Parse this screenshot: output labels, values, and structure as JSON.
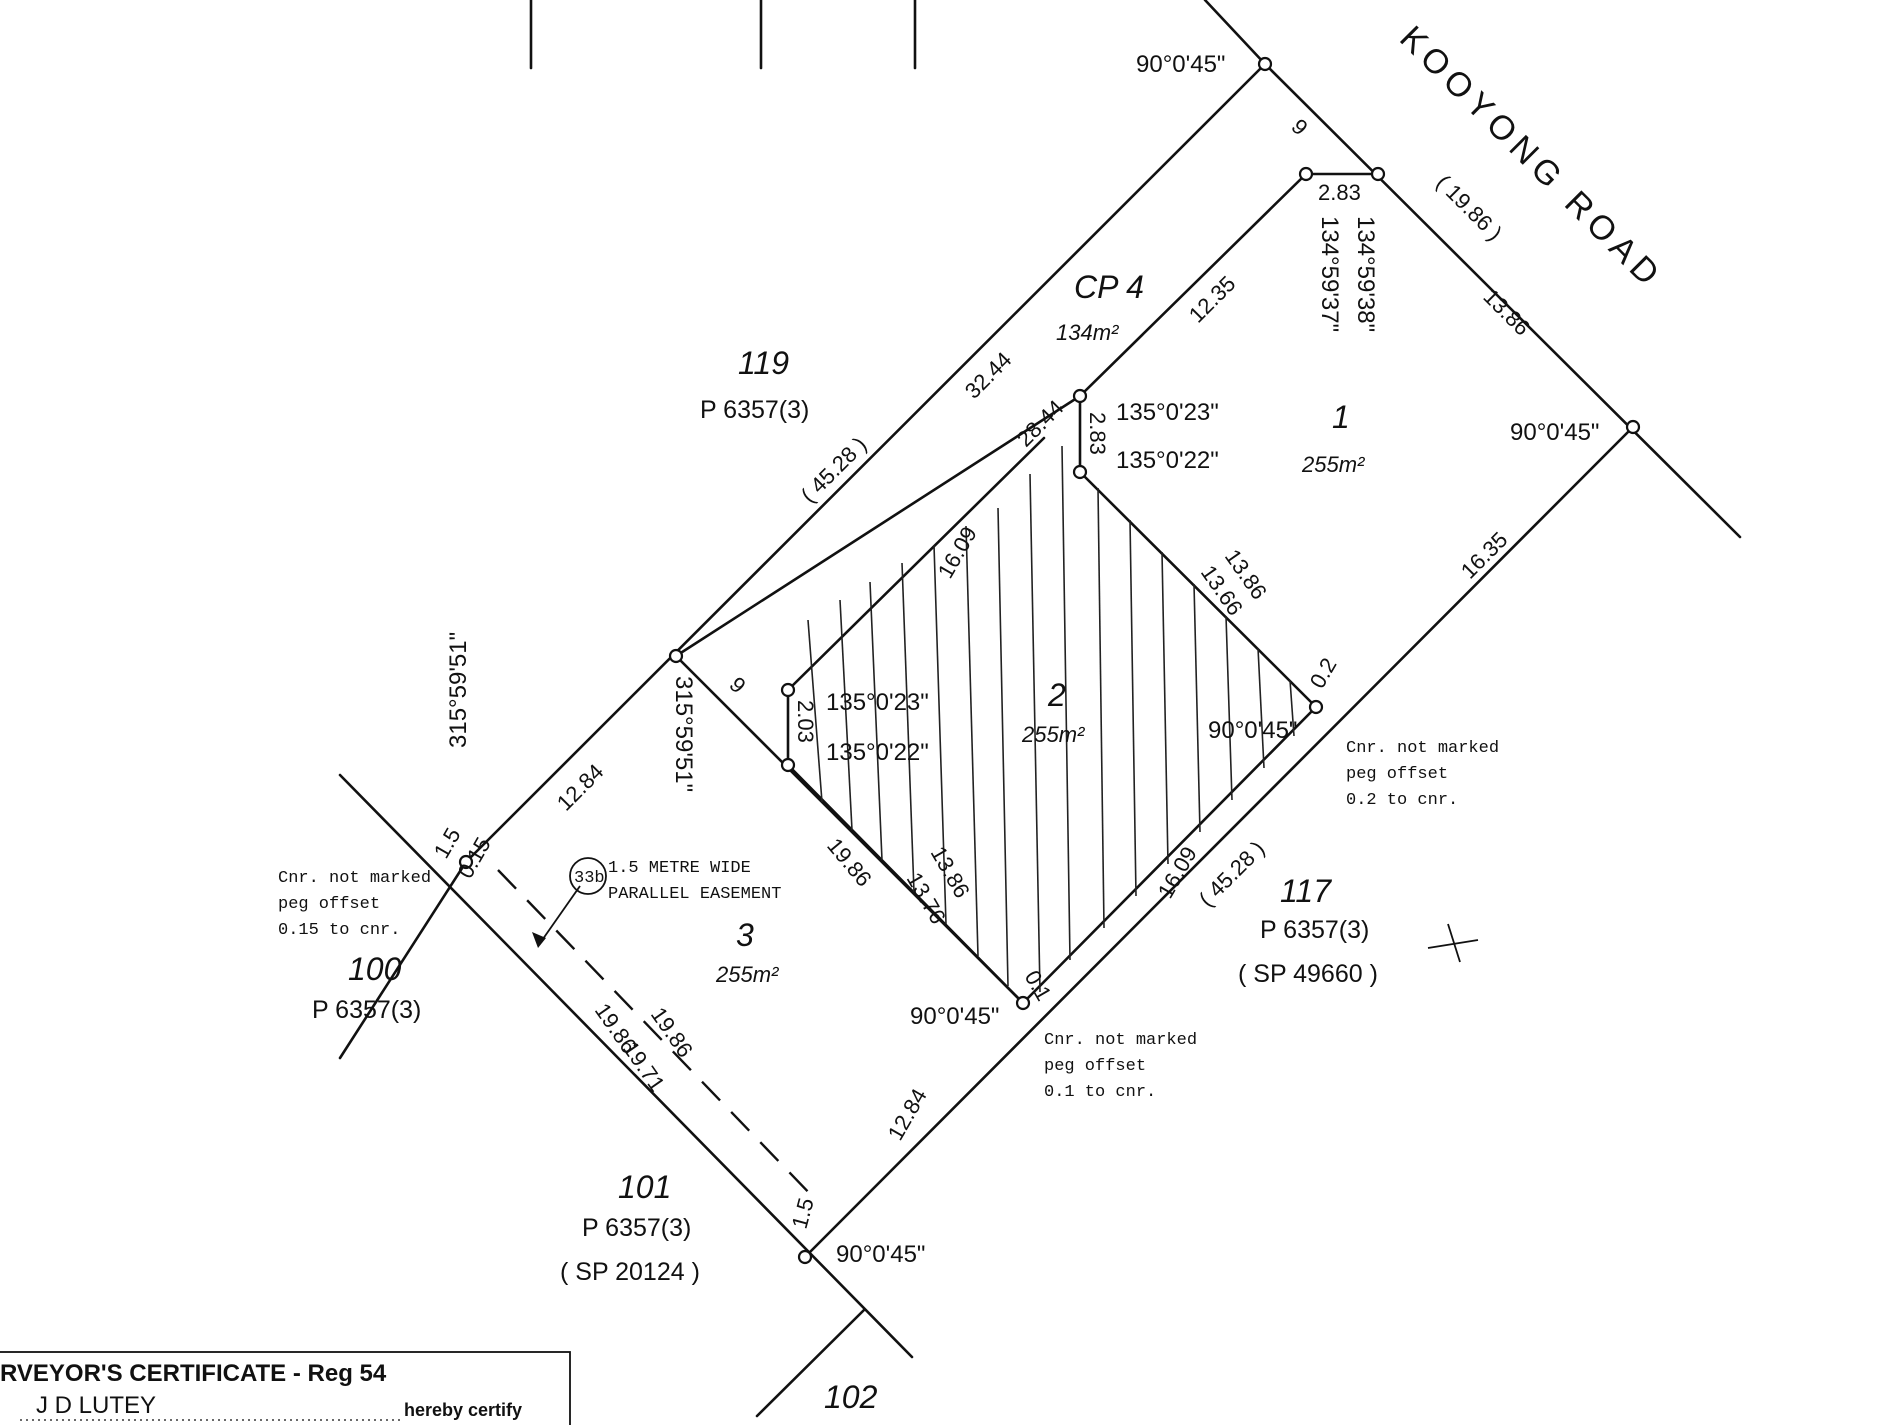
{
  "road": {
    "name": "KOOYONG   ROAD",
    "frontage": "( 19.86 )"
  },
  "lots": {
    "lot_119": {
      "number": "119",
      "plan": "P 6357(3)"
    },
    "lot_117": {
      "number": "117",
      "plan": "P 6357(3)",
      "sp": "( SP 49660 )"
    },
    "lot_100": {
      "number": "100",
      "plan": "P 6357(3)"
    },
    "lot_101": {
      "number": "101",
      "plan": "P 6357(3)",
      "sp": "( SP 20124 )"
    },
    "lot_102": {
      "number": "102"
    },
    "cp4": {
      "label": "CP 4",
      "area": "134m²"
    },
    "lot_1": {
      "number": "1",
      "area": "255m²"
    },
    "lot_2": {
      "number": "2",
      "area": "255m²"
    },
    "lot_3": {
      "number": "3",
      "area": "255m²"
    }
  },
  "dimensions": {
    "left_boundary": "( 45.28 )",
    "right_boundary": "( 45.28 )",
    "d_32_44": "32.44",
    "d_12_84_upper": "12.84",
    "d_12_84_lower": "12.84",
    "d_9_front": "9",
    "d_9_mid": "9",
    "d_2_83_top": "2.83",
    "d_2_83_mid": "2.83",
    "d_12_35": "12.35",
    "d_13_86_road": "13.86",
    "d_16_35": "16.35",
    "d_28_44": "28.44",
    "d_16_09_upper": "16.09",
    "d_16_09_lower": "16.09",
    "d_13_86_a": "13.86",
    "d_13_66": "13.66",
    "d_13_86_b": "13.86",
    "d_13_76": "13.76",
    "d_2_03": "2.03",
    "d_0_2": "0.2",
    "d_0_1": "0.1",
    "d_0_15": "0.15",
    "d_1_5_top": "1.5",
    "d_1_5_bottom": "1.5",
    "d_19_86_a": "19.86",
    "d_19_86_b": "19.86",
    "d_19_86_c": "19.86",
    "d_19_71": "19.71"
  },
  "angles": {
    "a_top": "90°0'45\"",
    "a_road_right": "90°0'45\"",
    "a_rear_left": "90°0'45\"",
    "a_bottom": "90°0'45\"",
    "a_lot2_right": "90°0'45\"",
    "a_cp_1": "135°0'23\"",
    "a_cp_2": "135°0'22\"",
    "a_lot2_1": "135°0'23\"",
    "a_lot2_2": "135°0'22\"",
    "a_vert_1": "134°59'38\"",
    "a_vert_2": "134°59'37\"",
    "a_left_1": "315°59'51\"",
    "a_left_2": "315°59'51\"",
    "a_left_3": "\""
  },
  "notes": {
    "peg_0_2": [
      "Cnr. not marked",
      "peg offset",
      "0.2 to cnr."
    ],
    "peg_0_15": [
      "Cnr. not marked",
      "peg offset",
      "0.15 to cnr."
    ],
    "peg_0_1": [
      "Cnr. not marked",
      "peg offset",
      "0.1 to cnr."
    ],
    "easement_ref": "33b",
    "easement": [
      "1.5 METRE WIDE",
      "PARALLEL EASEMENT"
    ]
  },
  "certificate": {
    "title": "RVEYOR'S CERTIFICATE - Reg 54",
    "surveyor": "J D LUTEY",
    "certify": "hereby certify"
  }
}
